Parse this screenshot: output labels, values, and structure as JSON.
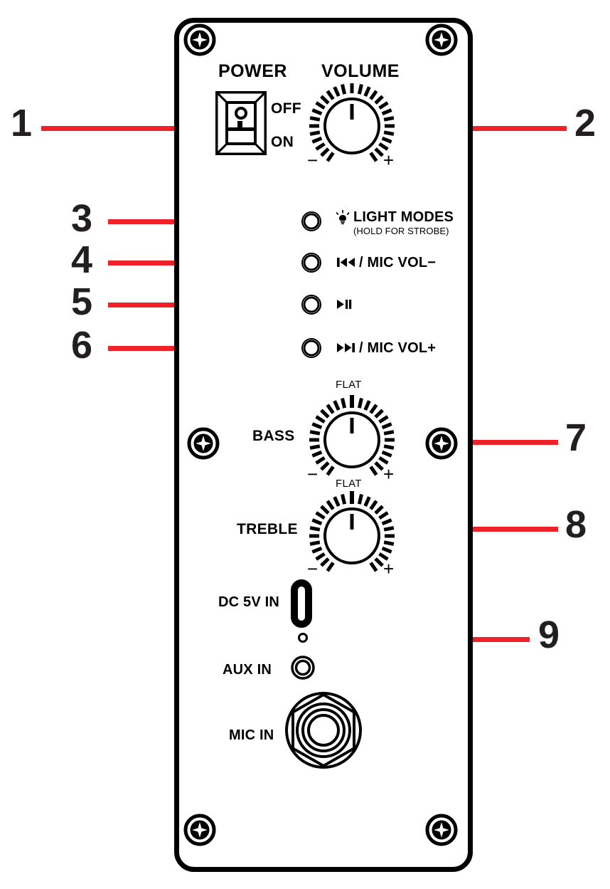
{
  "diagram": {
    "title": "Speaker Control Panel Callout Diagram",
    "accent_color": "#ee2228",
    "line_color": "#000000"
  },
  "panel": {
    "power": {
      "title": "POWER",
      "off_label": "OFF",
      "on_label": "ON"
    },
    "volume": {
      "title": "VOLUME",
      "minus": "−",
      "plus": "+"
    },
    "buttons": [
      {
        "icon": "lightbulb-icon",
        "label": "LIGHT MODES",
        "sublabel": "(HOLD FOR STROBE)"
      },
      {
        "icon": "previous-track-icon",
        "label": "/ MIC VOL−",
        "sublabel": ""
      },
      {
        "icon": "play-pause-icon",
        "label": "",
        "sublabel": ""
      },
      {
        "icon": "next-track-icon",
        "label": "/ MIC VOL+",
        "sublabel": ""
      }
    ],
    "eq": [
      {
        "name": "BASS",
        "flat": "FLAT",
        "minus": "−",
        "plus": "+"
      },
      {
        "name": "TREBLE",
        "flat": "FLAT",
        "minus": "−",
        "plus": "+"
      }
    ],
    "ports": [
      {
        "label": "DC 5V IN",
        "type": "usb-c-port"
      },
      {
        "label": "AUX IN",
        "type": "aux-jack"
      },
      {
        "label": "MIC IN",
        "type": "mic-jack"
      }
    ],
    "indicator": {
      "type": "led-indicator"
    }
  },
  "callouts": [
    {
      "number": "1",
      "side": "left",
      "target": "power-switch"
    },
    {
      "number": "2",
      "side": "right",
      "target": "volume-knob"
    },
    {
      "number": "3",
      "side": "left",
      "target": "light-modes-button"
    },
    {
      "number": "4",
      "side": "left",
      "target": "previous-track-button"
    },
    {
      "number": "5",
      "side": "left",
      "target": "play-pause-button"
    },
    {
      "number": "6",
      "side": "left",
      "target": "next-track-button"
    },
    {
      "number": "7",
      "side": "right",
      "target": "bass-knob"
    },
    {
      "number": "8",
      "side": "right",
      "target": "treble-knob"
    },
    {
      "number": "9",
      "side": "right",
      "target": "led-indicator"
    }
  ]
}
